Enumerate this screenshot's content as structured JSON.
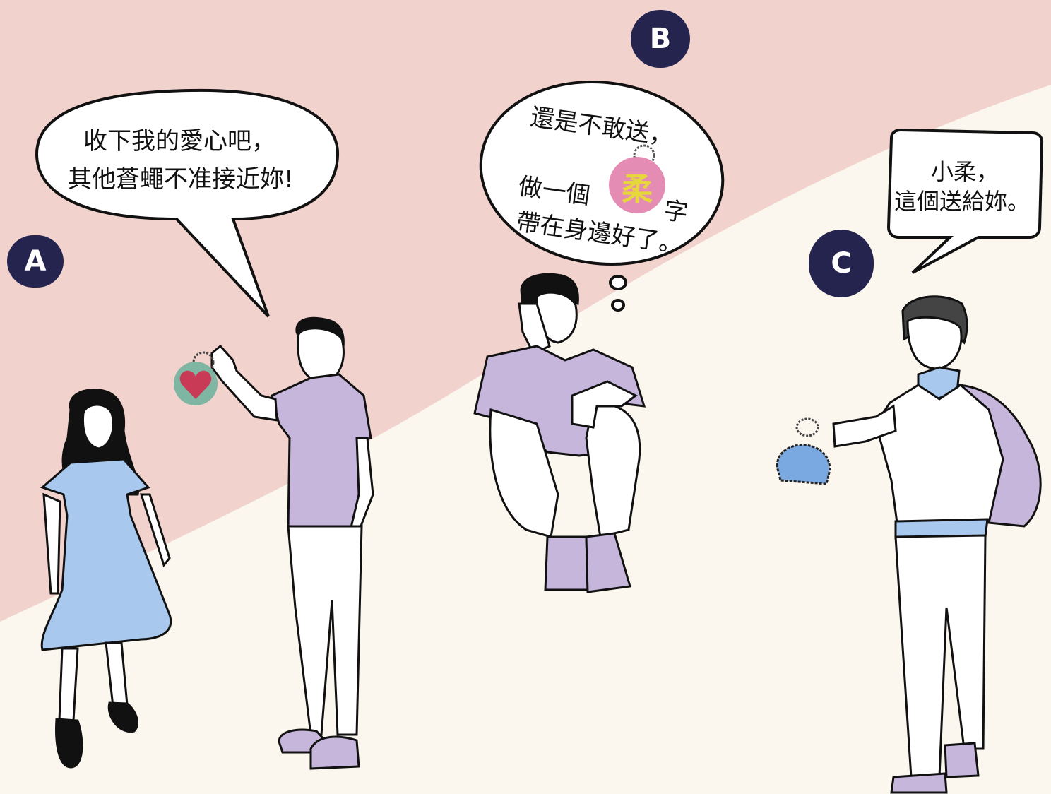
{
  "colors": {
    "background_pink": "#f1d2cd",
    "background_cream": "#fbf6ee",
    "badge": "#24244f",
    "shirt_purple": "#c7b6dc",
    "dress_blue": "#a8c8ee",
    "heart_red": "#c83a55"
  },
  "panels": [
    {
      "label": "A",
      "speech": [
        "收下我的愛心吧，",
        "其他蒼蠅不准接近妳!"
      ]
    },
    {
      "label": "B",
      "thought": [
        "還是不敢送，",
        "做一個",
        "字",
        "帶在身邊好了。"
      ],
      "keychain_char": "柔"
    },
    {
      "label": "C",
      "speech": [
        "小柔，",
        "這個送給妳。"
      ]
    }
  ],
  "icons": [
    "heart-keychain-icon",
    "rou-keychain-icon",
    "whale-keychain-icon"
  ]
}
